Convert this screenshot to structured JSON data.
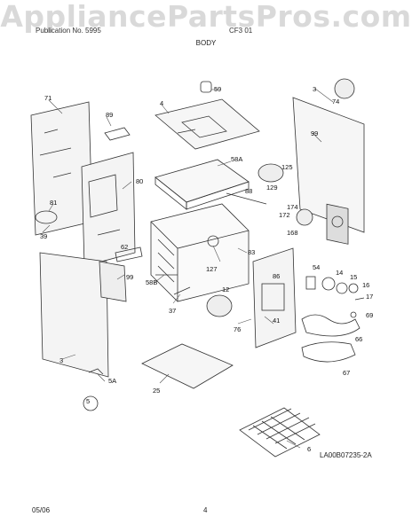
{
  "watermark": "AppliancePartsPros.com",
  "header": {
    "left": "Publication No. 5995",
    "mid": "CF3 01",
    "section": "BODY"
  },
  "footer": {
    "date": "05/06",
    "page": "4",
    "ref": "LA00B07235-2A"
  },
  "parts": {
    "p71": "71",
    "p59": "59",
    "p4": "4",
    "p3top": "3",
    "p74": "74",
    "p89": "89",
    "p99top": "99",
    "p58a": "58A",
    "p125": "125",
    "p129": "129",
    "p80": "80",
    "p88": "88",
    "p174": "174",
    "p172": "172",
    "p168": "168",
    "p81": "81",
    "p39": "39",
    "p62": "62",
    "p83": "83",
    "p127": "127",
    "p99mid": "99",
    "p58b": "58B",
    "p54": "54",
    "p14": "14",
    "p15": "15",
    "p16": "16",
    "p17": "17",
    "p12": "12",
    "p86": "86",
    "p37": "37",
    "p76": "76",
    "p41": "41",
    "p69": "69",
    "p66": "66",
    "p3bot": "3",
    "p67": "67",
    "p5a": "5A",
    "p25": "25",
    "p5": "5",
    "p6": "6"
  }
}
